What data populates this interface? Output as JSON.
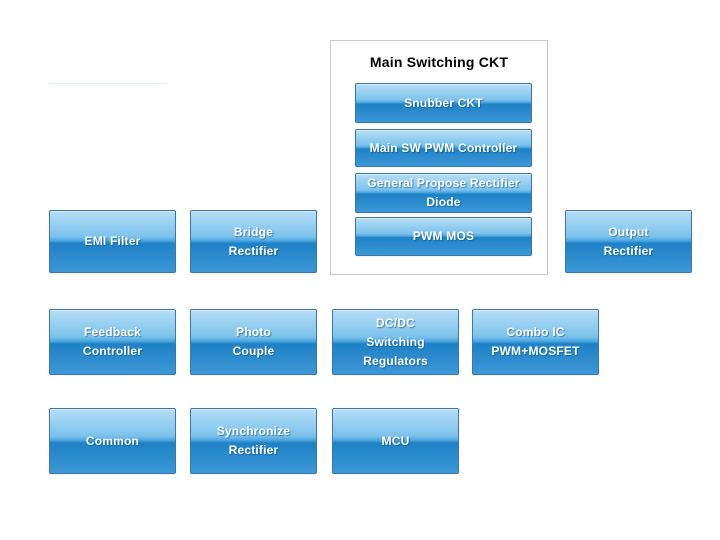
{
  "diagram": {
    "group": {
      "title": "Main Switching CKT",
      "blocks": [
        {
          "label": "Snubber CKT"
        },
        {
          "label": "Main SW PWM Controller"
        },
        {
          "label": "General Propose Rectifier\nDiode"
        },
        {
          "label": "PWM MOS"
        }
      ]
    },
    "blocks": [
      {
        "label": "EMI Filter"
      },
      {
        "label": "Bridge\nRectifier"
      },
      {
        "label": "Output\nRectifier"
      },
      {
        "label": "Feedback\nController"
      },
      {
        "label": "Photo\nCouple"
      },
      {
        "label": "DC/DC\nSwitching\nRegulators"
      },
      {
        "label": "Combo IC\nPWM+MOSFET"
      },
      {
        "label": "Common"
      },
      {
        "label": "Synchronize\nRectifier"
      },
      {
        "label": "MCU"
      }
    ],
    "colors": {
      "background": "#ffffff",
      "block_border": "#3b76af",
      "block_gradient_top": "#b7def7",
      "block_gradient_mid_light": "#7cc2ec",
      "block_gradient_mid_dark": "#1e81c6",
      "block_gradient_bottom": "#3c98d7",
      "block_text": "#ffffff",
      "group_border": "#c9c9c9",
      "group_background": "#ffffff",
      "title_text": "#000000",
      "faint_line": "#d8f6ef"
    }
  }
}
